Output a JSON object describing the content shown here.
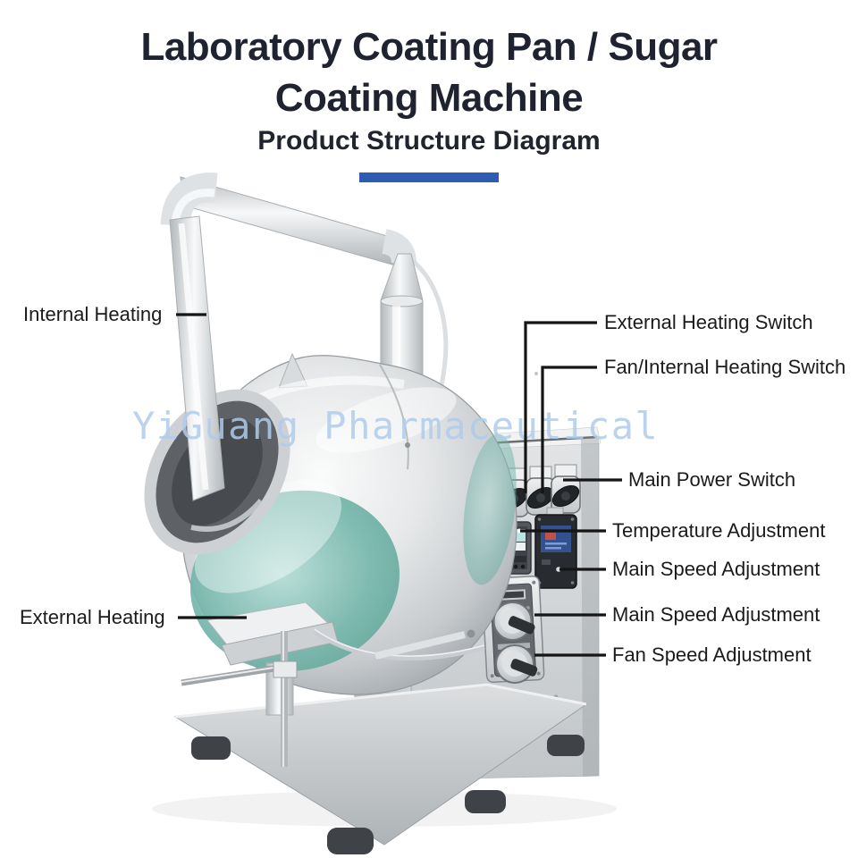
{
  "title": {
    "line1": "Laboratory Coating Pan / Sugar",
    "line2": "Coating Machine",
    "subtitle": "Product Structure Diagram"
  },
  "watermark": {
    "text": "YiGuang Pharmaceutical"
  },
  "labels": {
    "internal_heating": "Internal Heating",
    "external_heating": "External Heating",
    "external_heating_switch": "External Heating Switch",
    "fan_internal_heating_switch": "Fan/Internal Heating Switch",
    "main_power_switch": "Main Power Switch",
    "temperature_adjustment": "Temperature Adjustment",
    "main_speed_adjustment_1": "Main Speed Adjustment",
    "main_speed_adjustment_2": "Main Speed Adjustment",
    "fan_speed_adjustment": "Fan Speed Adjustment"
  },
  "colors": {
    "title_text": "#1f2330",
    "accent_bar": "#2e5cb2",
    "label_text": "#1b1b1b",
    "connector_line": "#151515",
    "watermark_blue": "#afcbe9",
    "pan_coating_teal": "#74b6ab",
    "nameplate_blue": "#3b69cf",
    "stainless_light": "#eef0f1",
    "stainless_dark": "#9fa4a8"
  }
}
